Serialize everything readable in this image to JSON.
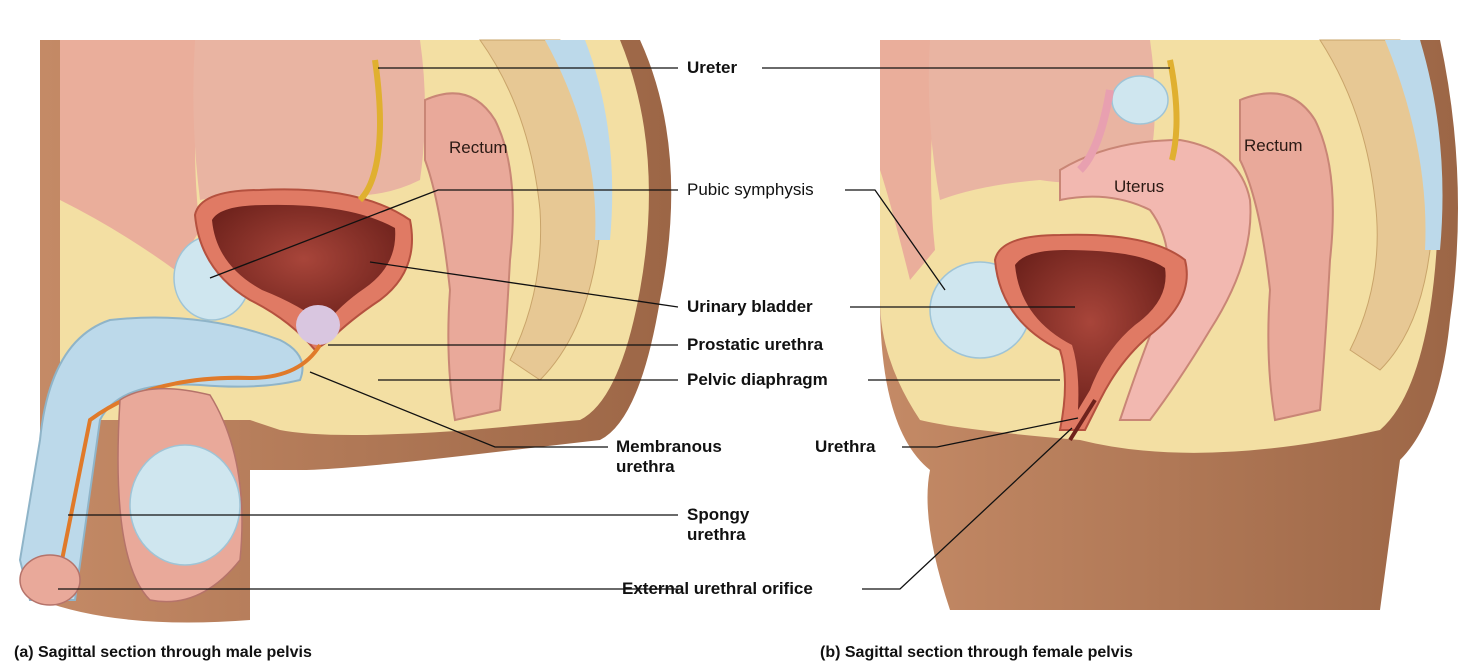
{
  "labels": {
    "ureter": "Ureter",
    "pubic_symphysis": "Pubic symphysis",
    "urinary_bladder": "Urinary bladder",
    "prostatic_urethra": "Prostatic urethra",
    "pelvic_diaphragm": "Pelvic diaphragm",
    "membranous_urethra_1": "Membranous",
    "membranous_urethra_2": "urethra",
    "urethra": "Urethra",
    "spongy_urethra_1": "Spongy",
    "spongy_urethra_2": "urethra",
    "external_urethral_orifice": "External urethral orifice"
  },
  "organs": {
    "rectum_male": "Rectum",
    "rectum_female": "Rectum",
    "uterus": "Uterus"
  },
  "captions": {
    "male": "(a) Sagittal section through male pelvis",
    "female": "(b) Sagittal section through female pelvis"
  },
  "colors": {
    "skin": "#b07a5a",
    "muscle": "#e9a99a",
    "fat": "#f3dfa3",
    "bone": "#e7c894",
    "bladder_inner": "#8b2f28",
    "ureter": "#e0b030",
    "cartilage": "#cfe6ef"
  }
}
